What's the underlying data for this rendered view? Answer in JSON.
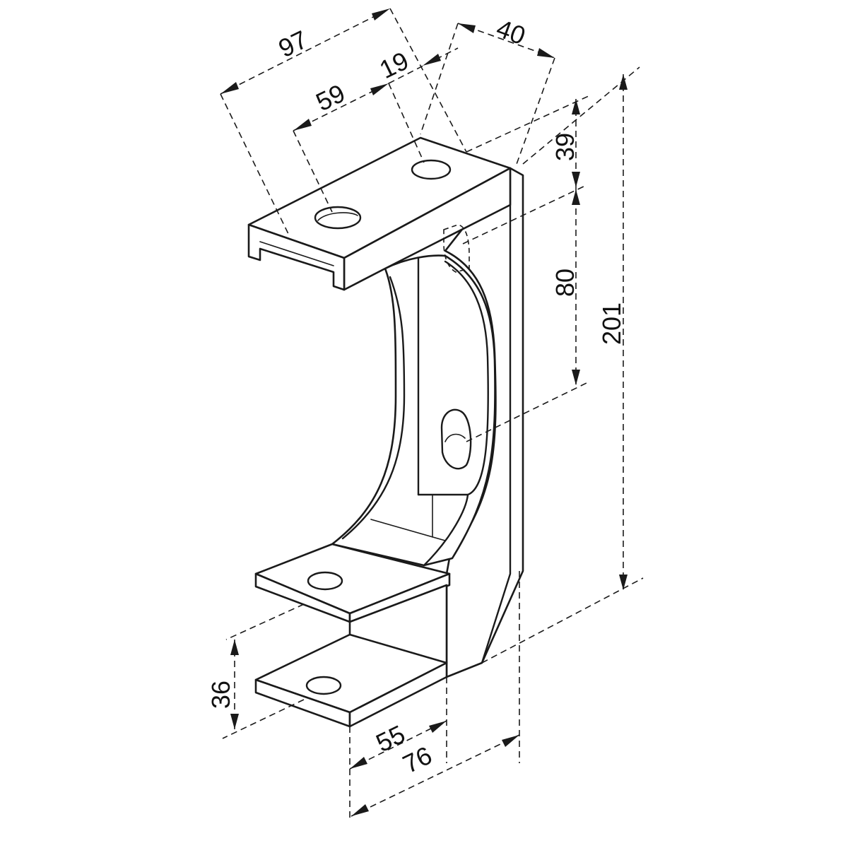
{
  "colors": {
    "line": "#1a1a1a",
    "background": "#ffffff"
  },
  "dimensions": {
    "d97": "97",
    "d19": "19",
    "d40": "40",
    "d59": "59",
    "d39": "39",
    "d80": "80",
    "d201": "201",
    "d36": "36",
    "d55": "55",
    "d76": "76"
  }
}
